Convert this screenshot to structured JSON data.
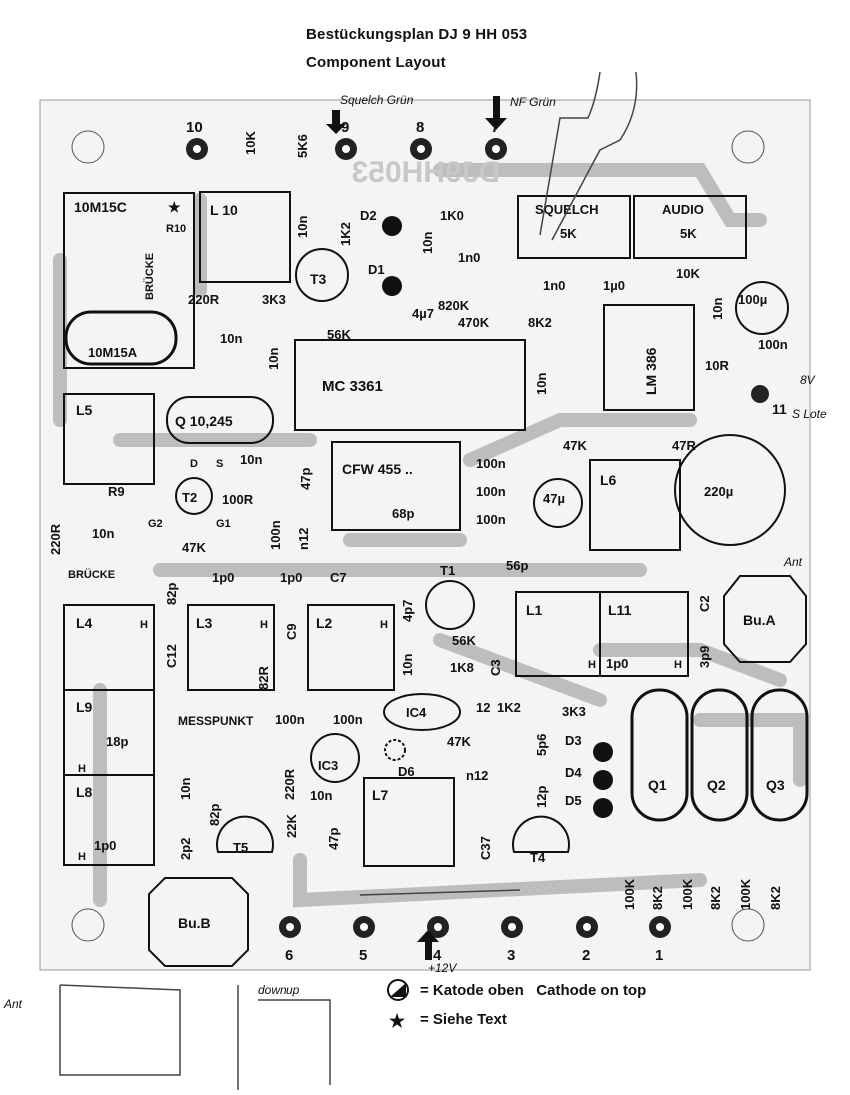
{
  "header": {
    "title_de": "Bestückungsplan DJ 9 HH 053",
    "title_en": "Component Layout"
  },
  "legend": {
    "cathode_de": "= Katode oben",
    "cathode_en": "Cathode on top",
    "star_text": "= Siehe Text"
  },
  "board": {
    "mirrored_marking": "DJ9HH053",
    "pads_top": [
      "10",
      "9",
      "8",
      "7"
    ],
    "pads_bottom": [
      "6",
      "5",
      "4",
      "3",
      "2",
      "1"
    ],
    "pads_right": [
      "11"
    ],
    "handwritten": [
      "Squelch Grün",
      "NF Grün",
      "8V",
      "S Lote",
      "Ant",
      "+12V",
      "Ant",
      "down",
      "up"
    ]
  },
  "components": {
    "coils": [
      "L 10",
      "L5",
      "L6",
      "L4",
      "L3",
      "L2",
      "L1",
      "L11",
      "L9",
      "L8",
      "L7"
    ],
    "ics": [
      "MC 3361",
      "LM 386",
      "IC4",
      "IC3"
    ],
    "filter": "CFW 455 ..",
    "crystal_1": "10M15C",
    "crystal_2": "10M15A",
    "crystal_3": "Q 10,245",
    "pots": [
      "SQUELCH",
      "5K",
      "AUDIO",
      "5K"
    ],
    "transistors": [
      "T3",
      "T2",
      "T1",
      "T5",
      "T4",
      "Q1",
      "Q2",
      "Q3"
    ],
    "diodes": [
      "D2",
      "D1",
      "D3",
      "D4",
      "D5",
      "D6"
    ],
    "sockets": [
      "Bu.A",
      "Bu.B"
    ],
    "labels": [
      "10K",
      "5K6",
      "10n",
      "1K2",
      "1K0",
      "10n",
      "1n0",
      "R10",
      "BRÜCKE",
      "220R",
      "3K3",
      "10n",
      "56K",
      "4µ7",
      "820K",
      "470K",
      "1n0",
      "1µ0",
      "10K",
      "10n",
      "100µ",
      "8K2",
      "100n",
      "10R",
      "10n",
      "10n",
      "47K",
      "47R",
      "10n",
      "47p",
      "100n",
      "100n",
      "100n",
      "47µ",
      "220µ",
      "R9",
      "220R",
      "10n",
      "100R",
      "47K",
      "100n",
      "n12",
      "68p",
      "BRÜCKE",
      "1p0",
      "1p0",
      "C7",
      "56p",
      "82p",
      "C9",
      "4p7",
      "56K",
      "C2",
      "C12",
      "82R",
      "10n",
      "1K8",
      "C3",
      "3p9",
      "1p0",
      "MESSPUNKT",
      "100n",
      "100n",
      "12",
      "1K2",
      "3K3",
      "18p",
      "47K",
      "5p6",
      "220R",
      "n12",
      "10n",
      "10n",
      "12p",
      "82p",
      "22K",
      "47p",
      "C37",
      "2p2",
      "1p0",
      "100K",
      "8K2",
      "100K",
      "8K2",
      "100K",
      "8K2",
      "D",
      "S",
      "G2",
      "G1",
      "H",
      "H",
      "H",
      "H",
      "H",
      "H",
      "H"
    ]
  }
}
